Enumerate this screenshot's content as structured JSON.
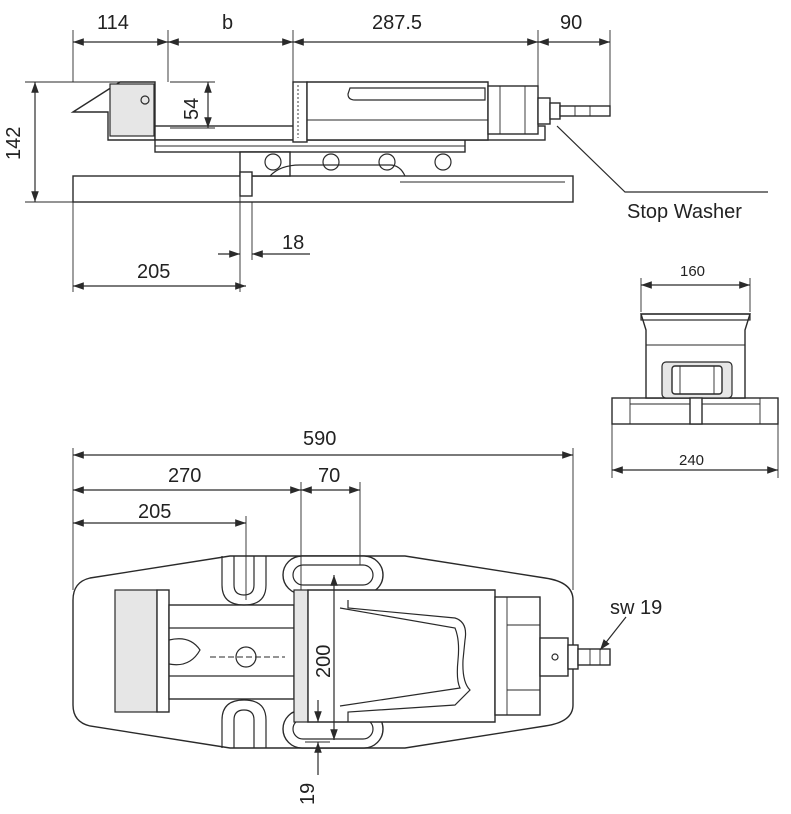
{
  "dimensions": {
    "top_view": {
      "d114": "114",
      "b": "b",
      "d287_5": "287.5",
      "d90": "90",
      "d142": "142",
      "d54": "54",
      "d18": "18",
      "d205": "205"
    },
    "end_view": {
      "d160": "160",
      "d240": "240"
    },
    "plan_view": {
      "d590": "590",
      "d270": "270",
      "d70": "70",
      "d205": "205",
      "d200": "200",
      "d19": "19"
    }
  },
  "labels": {
    "stop_washer": "Stop Washer",
    "sw19": "sw 19"
  },
  "colors": {
    "line": "#2a2a2a",
    "shade": "#e6e6e6",
    "dark_shade": "#cfcfcf",
    "background": "#ffffff"
  }
}
